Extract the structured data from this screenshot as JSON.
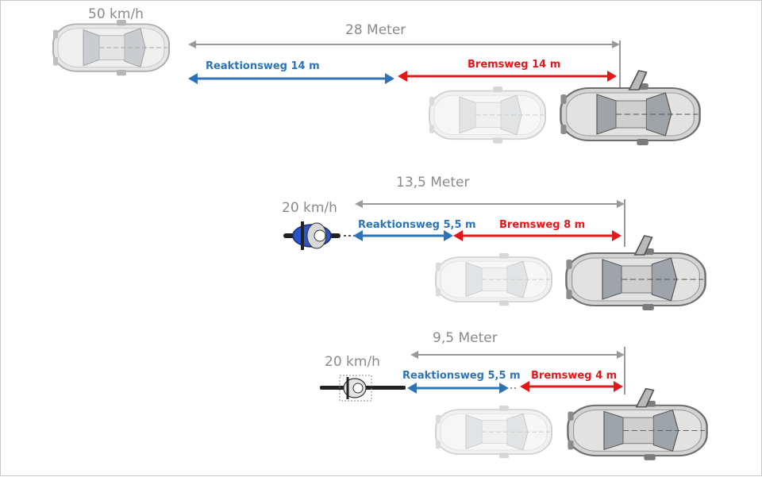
{
  "scene1": {
    "speed": "50 km/h",
    "total": "28 Meter",
    "reaction": "Reaktionsweg 14 m",
    "braking": "Bremsweg 14 m"
  },
  "scene2": {
    "speed": "20 km/h",
    "total": "13,5 Meter",
    "reaction": "Reaktionsweg 5,5 m",
    "braking": "Bremsweg 8 m"
  },
  "scene3": {
    "speed": "20 km/h",
    "total": "9,5 Meter",
    "reaction": "Reaktionsweg 5,5 m",
    "braking": "Bremsweg 4 m"
  },
  "colors": {
    "reaction": "#2e74b5",
    "braking": "#e3181b",
    "measure": "#9a9a9a"
  }
}
